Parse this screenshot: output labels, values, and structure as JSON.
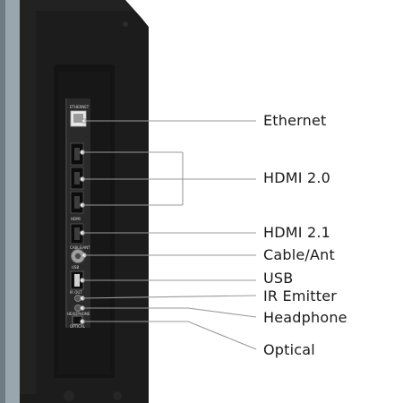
{
  "port_labels": [
    {
      "id": "ethernet",
      "text": "Ethernet"
    },
    {
      "id": "hdmi20",
      "text": "HDMI 2.0"
    },
    {
      "id": "hdmi21",
      "text": "HDMI 2.1"
    },
    {
      "id": "cable_ant",
      "text": "Cable/Ant"
    },
    {
      "id": "usb",
      "text": "USB"
    },
    {
      "id": "ir_emitter",
      "text": "IR Emitter"
    },
    {
      "id": "headphone",
      "text": "Headphone"
    },
    {
      "id": "optical",
      "text": "Optical"
    }
  ],
  "panel_marks": {
    "ethernet": "ETHERNET",
    "hdmi": "HDMI",
    "cable": "CABLE/ANT",
    "usb": "USB",
    "ir": "IR OUT",
    "headphone": "HEADPHONE",
    "optical": "OPTICAL"
  },
  "colors": {
    "tv_body": "#1b1b1b",
    "panel": "#262626",
    "bezel": "#8e9aa1",
    "leader_line": "#9a9a9a"
  }
}
